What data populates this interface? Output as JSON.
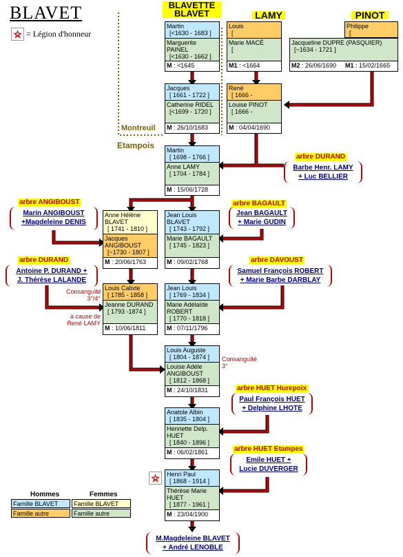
{
  "title": "BLAVET",
  "legion_label": "= Légion d'honneur",
  "headers": {
    "blavette": "BLAVETTE BLAVET",
    "lamy": "LAMY",
    "pinot": "PINOT"
  },
  "places": {
    "montreuil": "Montreuil",
    "etampois": "Etampois"
  },
  "boxes": {
    "martin1": {
      "h_name": "Martin",
      "h_date": "[<1630 - 1683 ]",
      "w_name": "Marguerite PAINEL",
      "w_date": "[<1630 - 1662 ]",
      "m_label": "M",
      "m_date": ": <1645"
    },
    "louis": {
      "h_name": "Louis",
      "h_date": "[",
      "w_name": "Marie MACÉ",
      "w_date": "[",
      "m_label": "M1",
      "m_date": ": <1664"
    },
    "philippe": {
      "h_name": "Philippe",
      "h_date": "["
    },
    "jacqueline": {
      "w_name": "Jacqueline DUPRE (PASQUIER)",
      "w_date": "[~1634 - 1721 ]",
      "m2_label": "M2",
      "m2_date": ": 26/06/1690",
      "m1_label": "M1",
      "m1_date": ": 15/02/1665"
    },
    "jacques": {
      "h_name": "Jacques",
      "h_date": "[ 1661 - 1722 ]",
      "w_name": "Catherine RIDEL",
      "w_date": "[<1699 - 1720 ]",
      "m_label": "M",
      "m_date": ": 26/10/1683"
    },
    "rene": {
      "h_name": "René",
      "h_date": "[ 1666 -",
      "w_name": "Louise PINOT",
      "w_date": "[ 1666 -",
      "m_label": "M",
      "m_date": ": 04/04/1690"
    },
    "martin2": {
      "h_name": "Martin",
      "h_date": "[ 1698 - 1766 ]",
      "w_name": "Anne LAMY",
      "w_date": "[ 1704 - 1784 ]",
      "m_label": "M",
      "m_date": ": 15/06/1728"
    },
    "anne": {
      "h_name": "Anne Hélène BLAVET",
      "h_date": "[ 1741 - 1810 ]",
      "w_name": "Jacques ANGIBOUST",
      "w_date": "[~1730 - 1807 ]",
      "m_label": "M",
      "m_date": ": 20/06/1763"
    },
    "jlouis1": {
      "h_name": "Jean Louis BLAVET",
      "h_date": "[ 1743 - 1792 ]",
      "w_name": "Marie BAGAULT",
      "w_date": "[ 1745 - 1823 ]",
      "m_label": "M",
      "m_date": ": 09/02/1768"
    },
    "calixte": {
      "h_name": "Louis Calixte",
      "h_date": "[ 1785 - 1858 ]",
      "w_name": "Jeanne DURAND",
      "w_date": "[ 1793 -1874 ]",
      "m_label": "M",
      "m_date": ": 10/06/1811"
    },
    "jlouis2": {
      "h_name": "Jean Louis",
      "h_date": "[ 1769 - 1834 ]",
      "w_name": "Marie Adélaïde ROBERT",
      "w_date": "[ 1770 - 1818 ]",
      "m_label": "M",
      "m_date": ": 07/11/1796"
    },
    "auguste": {
      "h_name": "Louis Auguste",
      "h_date": "[ 1804 - 1874 ]",
      "w_name": "Louise Adèle ANGIBOUST",
      "w_date": "[ 1812 - 1868 ]",
      "m_label": "M",
      "m_date": ": 24/10/1831"
    },
    "anatole": {
      "h_name": "Anatole Albin",
      "h_date": "[ 1835 - 1804 ]",
      "w_name": "Henriette Delp. HUET",
      "w_date": "[ 1840 - 1896 ]",
      "m_label": "M",
      "m_date": ": 06/02/1861"
    },
    "henri": {
      "h_name": "Henri Paul",
      "h_date": "[ 1868 - 1914 ]",
      "w_name": "Thérèse Marie HUET",
      "w_date": "[ 1877 - 1961 ]",
      "m_label": "M",
      "m_date": ": 23/04/1900"
    }
  },
  "arbres": {
    "durand1": {
      "label": "arbre DURAND",
      "link1": "Barbe Henr. LAMY",
      "link2": "+ Luc BELLIER"
    },
    "angiboust": {
      "label": "arbre ANGIBOUST",
      "link1": "Marin ANGIBOUST",
      "link2": "+Magdeleine DENIS"
    },
    "bagault": {
      "label": "arbre BAGAULT",
      "link1": "Jean BAGAULT",
      "link2": "+ Marie GUDIN"
    },
    "durand2": {
      "label": "arbre DURAND",
      "link1": "Antoine P. DURAND +",
      "link2": "J. Thérèse LALANDE"
    },
    "davoust": {
      "label": "arbre DAVOUST",
      "link1": "Samuel François ROBERT",
      "link2": "+ Marie Barbe DARBLAY"
    },
    "huet_h": {
      "label": "arbre HUET Hurepoix",
      "link1": "Paul François HUET",
      "link2": "+ Delphine LHOTE"
    },
    "huet_e": {
      "label": "arbre HUET Etampes",
      "link1": "Emile HUET +",
      "link2": "Lucie DUVERGER"
    }
  },
  "bottom_link": {
    "link1": "M.Magdeleine BLAVET",
    "link2": "+ André LENOBLE"
  },
  "notes": {
    "consanguinite1": "Consanguïté",
    "degree1": "3°/4°",
    "cause1": "à cause de",
    "cause2": "René LAMY",
    "consanguinite2": "Consanguïté",
    "degree2": "3°"
  },
  "legend": {
    "hommes": "Hommes",
    "femmes": "Femmes",
    "h_blavet": "Famille BLAVET",
    "h_autre": "Famille autre",
    "f_blavet": "Famille BLAVET",
    "f_autre": "Famille autre"
  },
  "colors": {
    "arrow": "#c00000",
    "blue": "#bfe8ff",
    "green": "#cfe6c8",
    "orange": "#ffcc66",
    "yellow": "#ffffcc"
  }
}
